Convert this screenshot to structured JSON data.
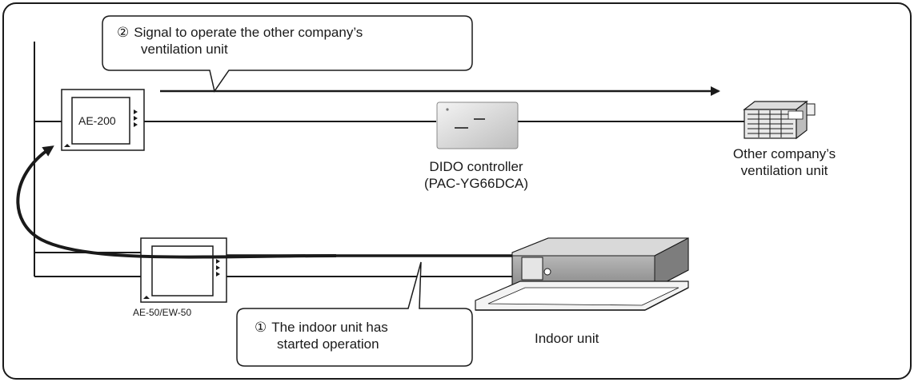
{
  "callouts": {
    "signal": {
      "number": "②",
      "line1": "Signal to operate the other company’s",
      "line2": "ventilation unit"
    },
    "indoor_started": {
      "number": "①",
      "line1": "The indoor unit has",
      "line2": "started operation"
    }
  },
  "devices": {
    "ae200": {
      "label": "AE-200"
    },
    "ae50": {
      "label": "AE-50/EW-50"
    },
    "dido": {
      "line1": "DIDO controller",
      "line2": "(PAC-YG66DCA)"
    },
    "ventilation": {
      "line1": "Other company’s",
      "line2": "ventilation unit"
    },
    "indoor": {
      "label": "Indoor unit"
    }
  }
}
